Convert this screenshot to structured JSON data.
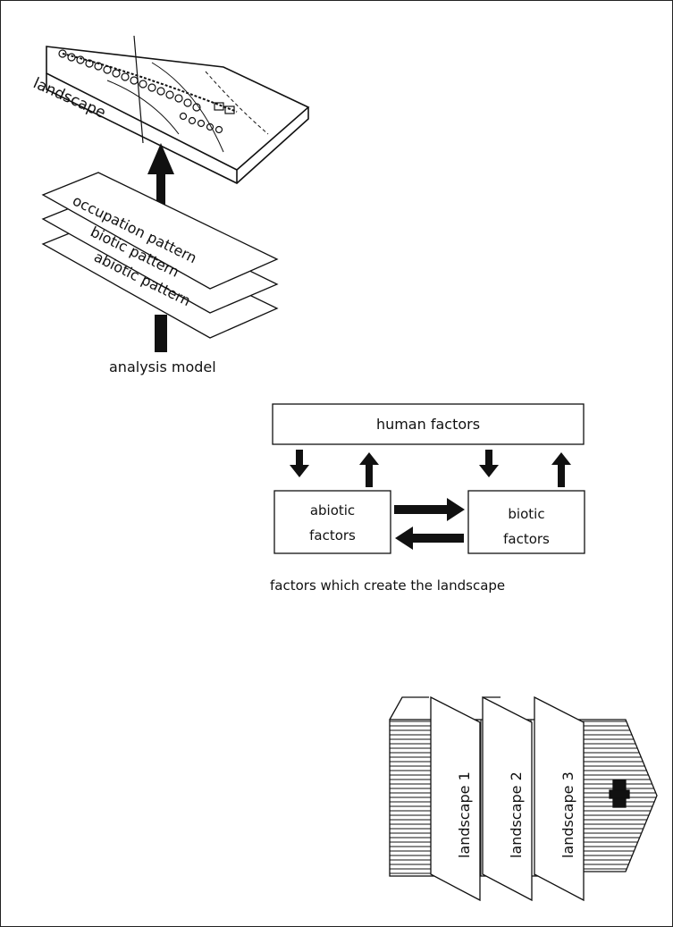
{
  "analysis_model": {
    "landscape_label": "landscape",
    "layers": [
      "occupation pattern",
      "biotic pattern",
      "abiotic pattern"
    ],
    "caption": "analysis model"
  },
  "factors_diagram": {
    "human_factors": "human factors",
    "abiotic_line1": "abiotic",
    "abiotic_line2": "factors",
    "biotic_line1": "biotic",
    "biotic_line2": "factors",
    "caption": "factors which create the landscape"
  },
  "landscape_sequence": {
    "panels": [
      "landscape 1",
      "landscape 2",
      "landscape 3"
    ]
  },
  "colors": {
    "ink": "#111111",
    "paper": "#ffffff"
  }
}
